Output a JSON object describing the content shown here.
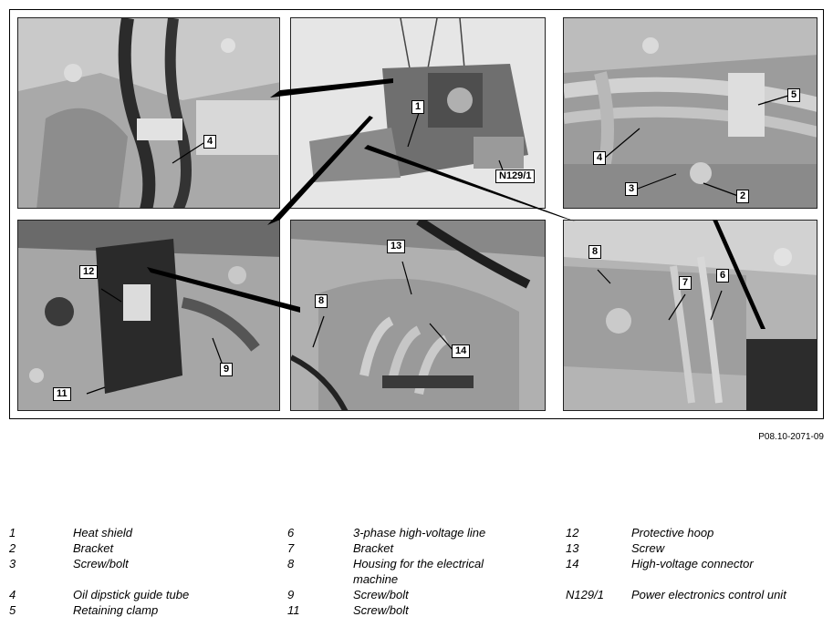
{
  "figure": {
    "code": "P08.10-2071-09",
    "panels": [
      {
        "id": "top-left",
        "callouts": [
          "4"
        ]
      },
      {
        "id": "top-center",
        "callouts": [
          "1",
          "N129/1"
        ]
      },
      {
        "id": "top-right",
        "callouts": [
          "5",
          "4",
          "3",
          "2"
        ]
      },
      {
        "id": "bottom-left",
        "callouts": [
          "12",
          "9",
          "11"
        ]
      },
      {
        "id": "bottom-center",
        "callouts": [
          "13",
          "8",
          "14"
        ]
      },
      {
        "id": "bottom-right",
        "callouts": [
          "8",
          "7",
          "6"
        ]
      }
    ]
  },
  "legend": {
    "columns": [
      [
        {
          "num": "1",
          "text": "Heat shield"
        },
        {
          "num": "2",
          "text": "Bracket"
        },
        {
          "num": "3",
          "text": "Screw/bolt"
        },
        {
          "num": "4",
          "text": "Oil dipstick guide tube"
        },
        {
          "num": "5",
          "text": "Retaining clamp"
        }
      ],
      [
        {
          "num": "6",
          "text": "3-phase high-voltage line"
        },
        {
          "num": "7",
          "text": "Bracket"
        },
        {
          "num": "8",
          "text": "Housing for the electrical machine"
        },
        {
          "num": "9",
          "text": "Screw/bolt"
        },
        {
          "num": "11",
          "text": "Screw/bolt"
        }
      ],
      [
        {
          "num": "12",
          "text": "Protective hoop"
        },
        {
          "num": "13",
          "text": "Screw"
        },
        {
          "num": "14",
          "text": "High-voltage connector"
        },
        {
          "num": "N129/1",
          "text": "Power electronics control unit"
        }
      ]
    ]
  }
}
